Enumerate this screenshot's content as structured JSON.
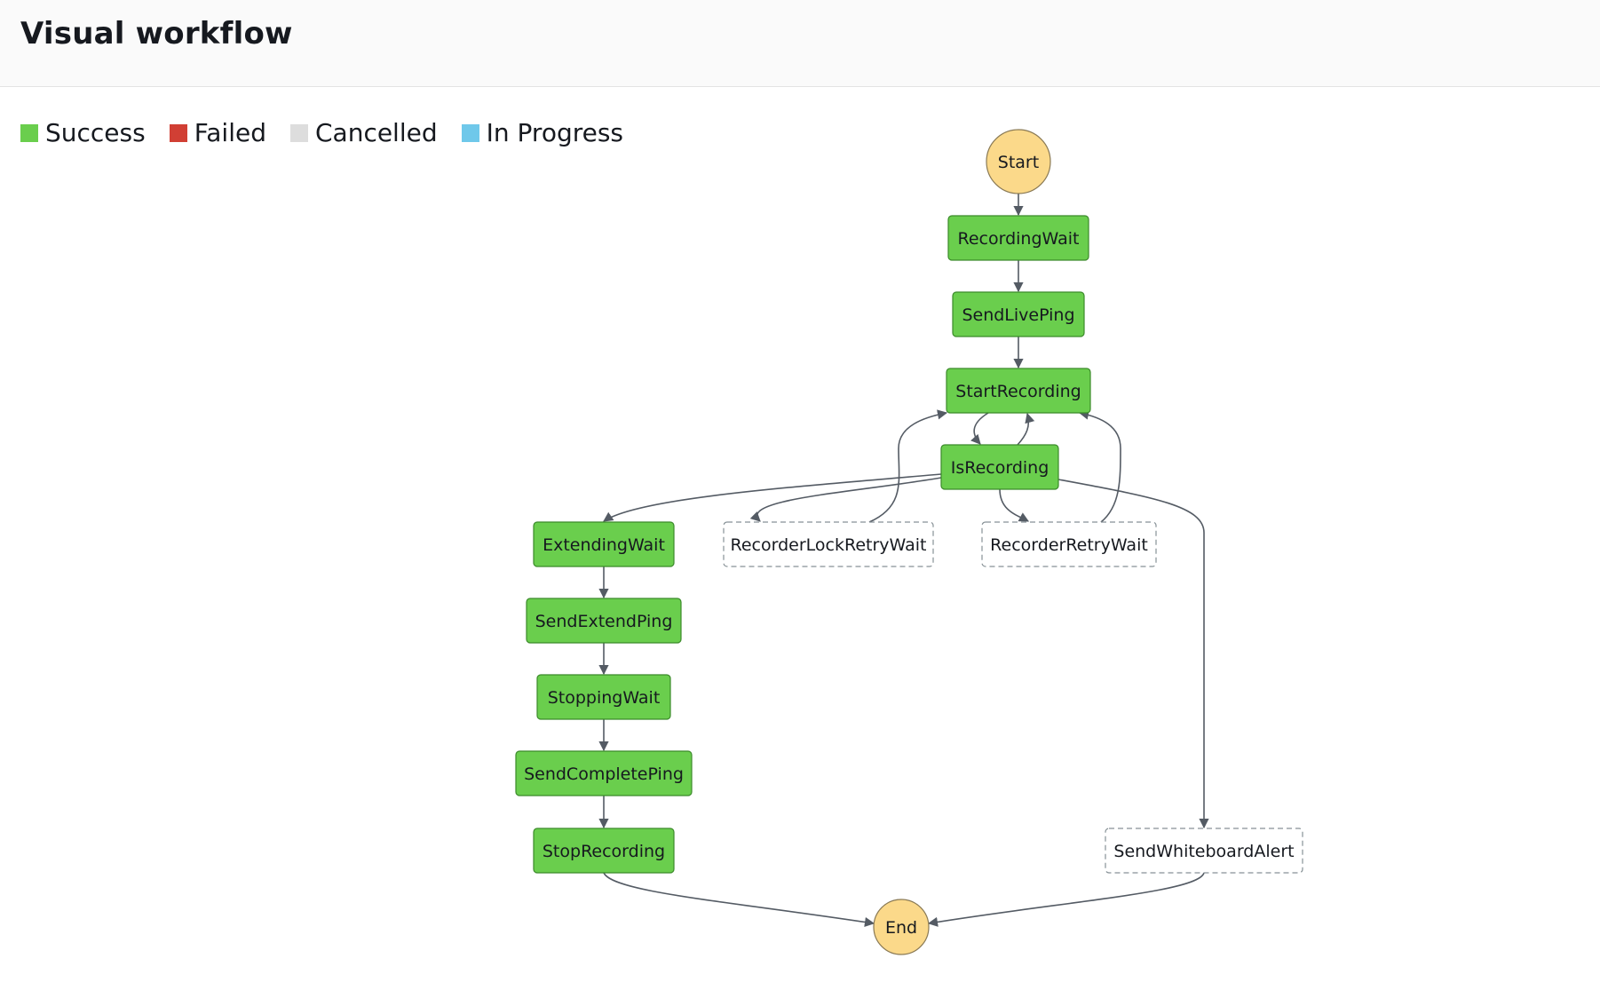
{
  "header": {
    "title": "Visual workflow"
  },
  "legend": [
    {
      "label": "Success",
      "color": "#6ace4d"
    },
    {
      "label": "Failed",
      "color": "#d13f34"
    },
    {
      "label": "Cancelled",
      "color": "#dddddd"
    },
    {
      "label": "In Progress",
      "color": "#6fc8ea"
    }
  ],
  "colors": {
    "success_fill": "#6ace4d",
    "success_stroke": "#3b8a2a",
    "terminal_fill": "#fbd98a",
    "terminal_stroke": "#8a7a55",
    "not_run_fill": "#ffffff",
    "not_run_stroke": "#879196",
    "edge": "#545b64"
  },
  "workflow": {
    "nodes": [
      {
        "id": "start",
        "label": "Start",
        "kind": "terminal"
      },
      {
        "id": "recording_wait",
        "label": "RecordingWait",
        "status": "success"
      },
      {
        "id": "send_live_ping",
        "label": "SendLivePing",
        "status": "success"
      },
      {
        "id": "start_recording",
        "label": "StartRecording",
        "status": "success"
      },
      {
        "id": "is_recording",
        "label": "IsRecording",
        "status": "success"
      },
      {
        "id": "extending_wait",
        "label": "ExtendingWait",
        "status": "success"
      },
      {
        "id": "recorder_lock_retry_wait",
        "label": "RecorderLockRetryWait",
        "status": "not-run"
      },
      {
        "id": "recorder_retry_wait",
        "label": "RecorderRetryWait",
        "status": "not-run"
      },
      {
        "id": "send_extend_ping",
        "label": "SendExtendPing",
        "status": "success"
      },
      {
        "id": "stopping_wait",
        "label": "StoppingWait",
        "status": "success"
      },
      {
        "id": "send_complete_ping",
        "label": "SendCompletePing",
        "status": "success"
      },
      {
        "id": "stop_recording",
        "label": "StopRecording",
        "status": "success"
      },
      {
        "id": "send_whiteboard_alert",
        "label": "SendWhiteboardAlert",
        "status": "not-run"
      },
      {
        "id": "end",
        "label": "End",
        "kind": "terminal"
      }
    ],
    "edges": [
      {
        "from": "start",
        "to": "recording_wait"
      },
      {
        "from": "recording_wait",
        "to": "send_live_ping"
      },
      {
        "from": "send_live_ping",
        "to": "start_recording"
      },
      {
        "from": "start_recording",
        "to": "is_recording"
      },
      {
        "from": "is_recording",
        "to": "start_recording"
      },
      {
        "from": "is_recording",
        "to": "extending_wait"
      },
      {
        "from": "is_recording",
        "to": "recorder_lock_retry_wait"
      },
      {
        "from": "is_recording",
        "to": "recorder_retry_wait"
      },
      {
        "from": "is_recording",
        "to": "send_whiteboard_alert"
      },
      {
        "from": "recorder_lock_retry_wait",
        "to": "start_recording"
      },
      {
        "from": "recorder_retry_wait",
        "to": "start_recording"
      },
      {
        "from": "extending_wait",
        "to": "send_extend_ping"
      },
      {
        "from": "send_extend_ping",
        "to": "stopping_wait"
      },
      {
        "from": "stopping_wait",
        "to": "send_complete_ping"
      },
      {
        "from": "send_complete_ping",
        "to": "stop_recording"
      },
      {
        "from": "stop_recording",
        "to": "end"
      },
      {
        "from": "send_whiteboard_alert",
        "to": "end"
      }
    ]
  }
}
